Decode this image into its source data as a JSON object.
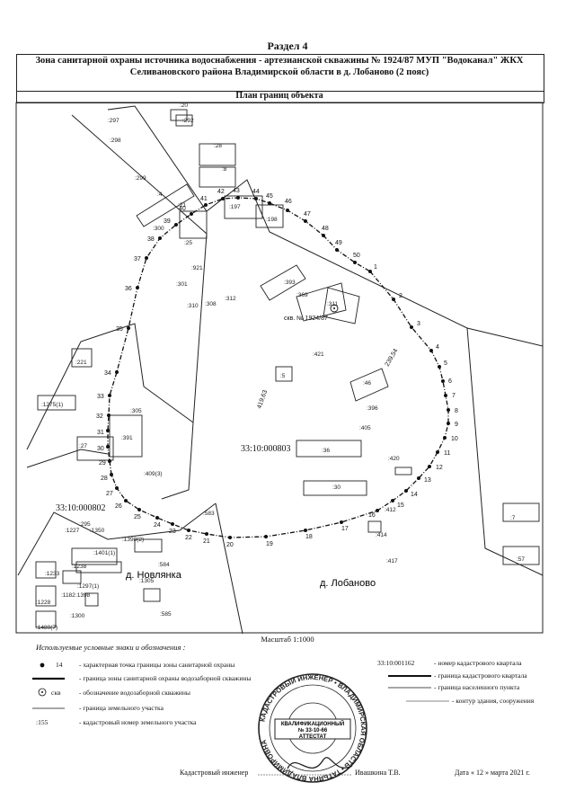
{
  "section_title": "Раздел 4",
  "zone_title": "Зона санитарной охраны источника водоснабжения - артезианской скважины № 1924/87 МУП \"Водоканал\" ЖКХ Селивановского района Владимирской области в д. Лобаново (2 пояс)",
  "plan_title": "План границ объекта",
  "map": {
    "points": [
      "1",
      "2",
      "3",
      "4",
      "5",
      "6",
      "7",
      "8",
      "9",
      "10",
      "11",
      "12",
      "13",
      "14",
      "15",
      "16",
      "17",
      "18",
      "19",
      "20",
      "21",
      "22",
      "23",
      "24",
      "25",
      "26",
      "27",
      "28",
      "29",
      "30",
      "31",
      "32",
      "33",
      "34",
      "35",
      "36",
      "37",
      "38",
      "39",
      "40",
      "41",
      "42",
      "43",
      "44",
      "45",
      "46",
      "47",
      "48",
      "49",
      "50"
    ],
    "well_label": "скв. № 1924/87",
    "cadastral_quarter_main": "33:10:000803",
    "cadastral_quarter_west": "33:10:000802",
    "villages": [
      "д. Новлянка",
      "д. Лобаново"
    ],
    "dimension_labels": [
      "419,63",
      "239,54"
    ],
    "parcel_labels": [
      ":20",
      ":292",
      ":297",
      ":298",
      ":299",
      ":28",
      ":8",
      ":4",
      ":21",
      ":197",
      ":198",
      ":300",
      ":25",
      ":921",
      ":301",
      ":393",
      ":369",
      ":311",
      ":312",
      ":310",
      ":308",
      ":421",
      ":5",
      ":46",
      ":396",
      ":405",
      ":221",
      ":1275(1)",
      ":305",
      ":391",
      ":27",
      ":409(3)",
      ":36",
      ":420",
      ":30",
      ":412",
      ":7",
      ":583",
      ":295",
      ":1227",
      ":1350",
      ":1398(2)",
      ":1401(1)",
      ":1233",
      ":1238",
      ":1297(1)",
      ":1228",
      ":1398",
      ":1305",
      ":585",
      ":414",
      ":417",
      ":57",
      ":584",
      ":1182",
      ":1300",
      ":1480(7)"
    ]
  },
  "scale": "Масштаб 1:1000",
  "legend": {
    "title": "Используемые условные знаки и обозначения :",
    "point_sample": "14",
    "well_sample": "скв",
    "parcel_sample": ":155",
    "quarter_sample": "33:10:001162",
    "items": [
      "- характерная точка границы зоны санитарной охраны",
      "- граница зоны санитарной охраны водозаборной скважины",
      "- обозначение водозаборной скважины",
      "- граница земельного участка",
      "- кадастровый номер земельного участка",
      "- номер кадастрового квартала",
      "- граница кадастрового квартала",
      "- граница населенного пункта",
      "- контур здания, сооружения"
    ]
  },
  "stamp": {
    "center_lines": [
      "КВАЛИФИКАЦИОННЫЙ",
      "№ 33-10-66",
      "АТТЕСТАТ"
    ],
    "ring_text": "КАДАСТРОВЫЙ ИНЖЕНЕР • ВЛАДИМИРСКАЯ ОБЛАСТЬ • ТАТЬЯНА ВЛАДИМИРОВНА"
  },
  "footer": {
    "role": "Кадастровый инженер",
    "name": "Ивашкина Т.В.",
    "date": "Дата « 12 » марта 2021 г."
  },
  "colors": {
    "ink": "#111111",
    "stamp": "#222222"
  }
}
